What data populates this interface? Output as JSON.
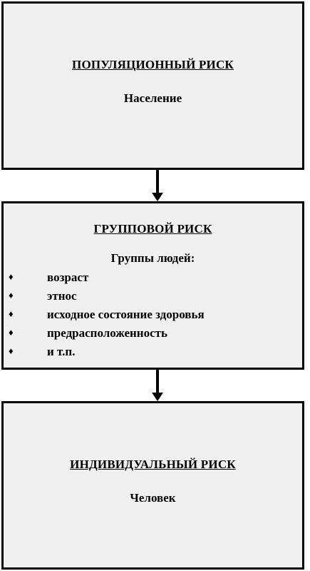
{
  "boxes": [
    {
      "title": "ПОПУЛЯЦИОННЫЙ РИСК",
      "subtitle": "Население"
    },
    {
      "title": "ГРУППОВОЙ РИСК",
      "subtitle": "Группы людей:",
      "items": [
        {
          "bullet": "♦",
          "text": "возраст"
        },
        {
          "bullet": "♦",
          "text": "этнос"
        },
        {
          "bullet": "♦",
          "text": "исходное состояние здоровья"
        },
        {
          "bullet": "♦",
          "text": "предрасположенность"
        },
        {
          "bullet": "♦",
          "text": "и т.п."
        }
      ]
    },
    {
      "title": "ИНДИВИДУАЛЬНЫЙ РИСК",
      "subtitle": "Человек"
    }
  ],
  "arrow_icon": "arrow-down-icon"
}
